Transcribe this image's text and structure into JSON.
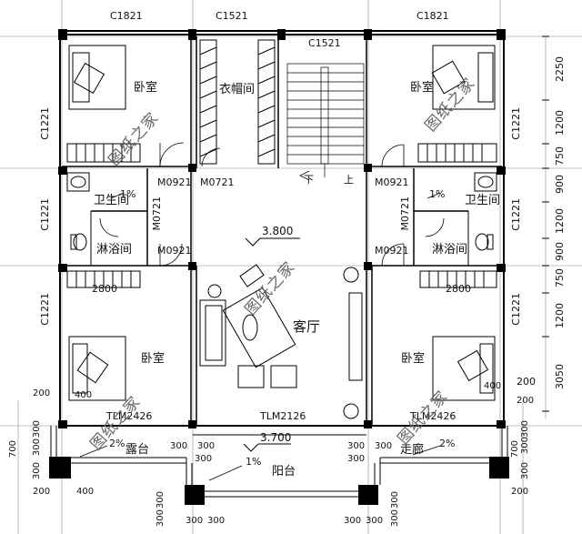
{
  "windows": {
    "top_left": "C1821",
    "top_mid": "C1521",
    "top_right": "C1821",
    "stair": "C1521",
    "left_upper": "C1221",
    "left_mid": "C1221",
    "left_lower": "C1221",
    "right_upper": "C1221",
    "right_mid": "C1221",
    "right_lower": "C1221"
  },
  "doors": {
    "m0921_ul": "M0921",
    "m0721_ul": "M0721",
    "m0921_ur": "M0921",
    "m0721_vl": "M0721",
    "m0721_vr": "M0721",
    "m0921_ll": "M0921",
    "m0921_lr": "M0921",
    "tlm_left": "TLM2426",
    "tlm_mid": "TLM2126",
    "tlm_right": "TLM2426"
  },
  "rooms": {
    "bedroom_ul": "卧室",
    "closet": "衣帽间",
    "bedroom_ur": "卧室",
    "bath_l": "卫生间",
    "bath_r": "卫生间",
    "shower_l": "淋浴间",
    "shower_r": "淋浴间",
    "living": "客厅",
    "bedroom_ll": "卧室",
    "bedroom_lr": "卧室",
    "terrace": "露台",
    "balcony": "阳台",
    "corridor": "走廊"
  },
  "stair": {
    "down": "下",
    "up": "上"
  },
  "elevations": {
    "floor": "3.800",
    "balcony": "3.700"
  },
  "slopes": {
    "bath_l": "1%",
    "bath_r": "1%",
    "terrace": "2%",
    "balcony": "1%",
    "corridor": "2%"
  },
  "dims_right": [
    "2250",
    "1200",
    "750",
    "900",
    "1200",
    "900",
    "750",
    "1200",
    "3050",
    "200"
  ],
  "dims_inner": {
    "left": "2800",
    "right": "2800"
  },
  "dims_small": {
    "l400": "400",
    "r400": "400",
    "l200": "200",
    "r200": "200",
    "l300_a": "300",
    "l300_b": "300",
    "l700": "700",
    "l300_c": "300",
    "l200_b": "200",
    "l400_b": "400",
    "b300_1": "300",
    "b300_2": "300",
    "b300_3": "300",
    "b300_4": "300",
    "b300_5": "300",
    "b300_6": "300",
    "r300_1": "300",
    "r300_2": "300",
    "r700": "700",
    "r300_3": "300",
    "r200_b": "200",
    "bottom_l300": "300",
    "bottom_l300b": "300",
    "bottom_r300": "300",
    "bottom_r300b": "300",
    "bl_300a": "300",
    "bl_300b": "300",
    "br_300a": "300",
    "br_300b": "300"
  },
  "watermark": "图纸之家"
}
